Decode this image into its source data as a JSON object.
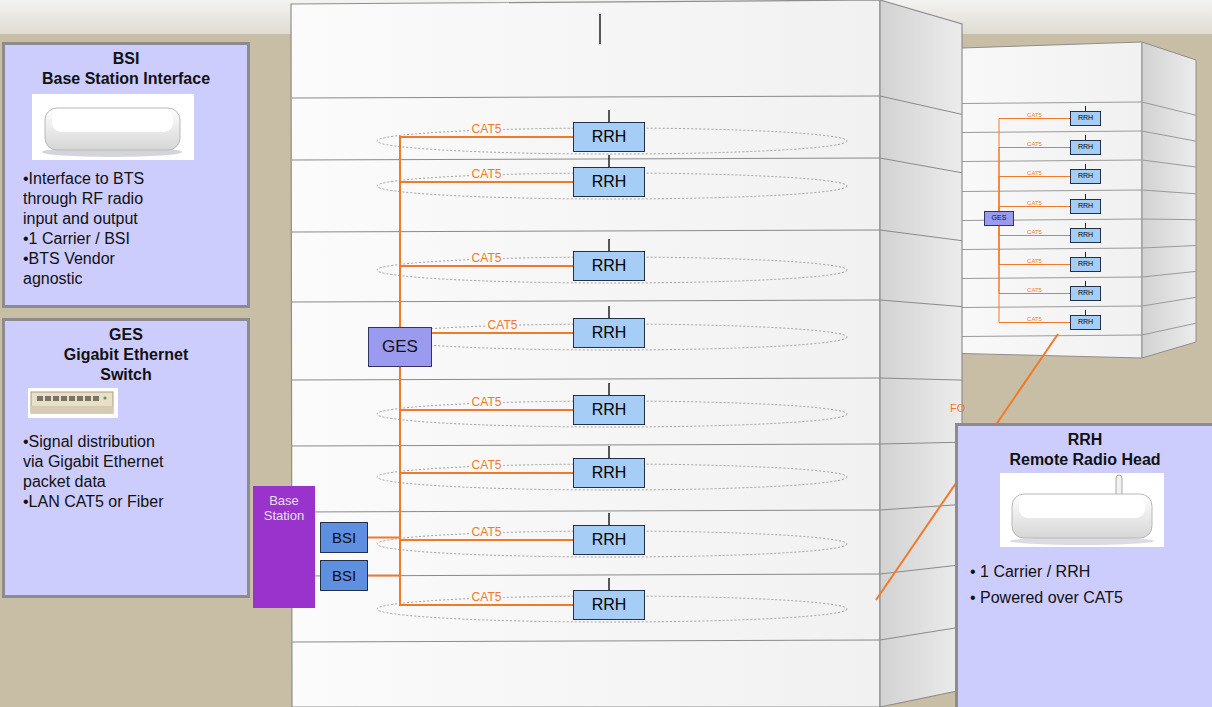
{
  "diagram": {
    "nodes": [
      {
        "text": [
          "BSI",
          "Base Station Interface",
          "•Interface to BTS through RF radio input and output",
          "•1 Carrier / BSI",
          "•BTS Vendor agnostic"
        ]
      },
      {
        "text": [
          "GES",
          "Gigabit Ethernet Switch",
          "•Signal distribution via Gigabit Ethernet packet data",
          "•LAN CAT5 or Fiber"
        ]
      },
      {
        "text": [
          "RRH",
          "Remote Radio Head",
          "• 1 Carrier / RRH",
          "• Powered over CAT5"
        ]
      },
      {
        "text": [
          "GES"
        ]
      },
      {
        "text": [
          "Base Station"
        ]
      },
      {
        "text": [
          "BSI"
        ]
      },
      {
        "text": [
          "BSI"
        ]
      },
      {
        "text": [
          "RRH"
        ]
      },
      {
        "text": [
          "RRH"
        ]
      },
      {
        "text": [
          "RRH"
        ]
      },
      {
        "text": [
          "RRH"
        ]
      },
      {
        "text": [
          "RRH"
        ]
      },
      {
        "text": [
          "RRH"
        ]
      },
      {
        "text": [
          "RRH"
        ]
      },
      {
        "text": [
          "RRH"
        ]
      },
      {
        "text": [
          "GES"
        ]
      },
      {
        "text": [
          "RRH"
        ]
      },
      {
        "text": [
          "RRH"
        ]
      },
      {
        "text": [
          "RRH"
        ]
      },
      {
        "text": [
          "RRH"
        ]
      },
      {
        "text": [
          "RRH"
        ]
      },
      {
        "text": [
          "RRH"
        ]
      },
      {
        "text": [
          "RRH"
        ]
      },
      {
        "text": [
          "RRH"
        ]
      }
    ],
    "edges": [
      {
        "from": 3,
        "to": 7,
        "label": "CAT5",
        "arrow": "none"
      },
      {
        "from": 3,
        "to": 8,
        "label": "CAT5",
        "arrow": "none"
      },
      {
        "from": 3,
        "to": 9,
        "label": "CAT5",
        "arrow": "none"
      },
      {
        "from": 3,
        "to": 10,
        "label": "CAT5",
        "arrow": "none"
      },
      {
        "from": 3,
        "to": 11,
        "label": "CAT5",
        "arrow": "none"
      },
      {
        "from": 3,
        "to": 12,
        "label": "CAT5",
        "arrow": "none"
      },
      {
        "from": 3,
        "to": 13,
        "label": "CAT5",
        "arrow": "none"
      },
      {
        "from": 3,
        "to": 14,
        "label": "CAT5",
        "arrow": "none"
      },
      {
        "from": 5,
        "to": 3,
        "arrow": "none"
      },
      {
        "from": 6,
        "to": 3,
        "arrow": "none"
      },
      {
        "from": 15,
        "to": 16,
        "label": "CAT5",
        "arrow": "none"
      },
      {
        "from": 15,
        "to": 17,
        "label": "CAT5",
        "arrow": "none"
      },
      {
        "from": 15,
        "to": 18,
        "label": "CAT5",
        "arrow": "none"
      },
      {
        "from": 15,
        "to": 19,
        "label": "CAT5",
        "arrow": "none"
      },
      {
        "from": 15,
        "to": 20,
        "label": "CAT5",
        "arrow": "none"
      },
      {
        "from": 15,
        "to": 21,
        "label": "CAT5",
        "arrow": "none"
      },
      {
        "from": 15,
        "to": 22,
        "label": "CAT5",
        "arrow": "none"
      },
      {
        "from": 15,
        "to": 23,
        "label": "CAT5",
        "arrow": "none"
      }
    ],
    "labels": [
      "FO"
    ]
  }
}
